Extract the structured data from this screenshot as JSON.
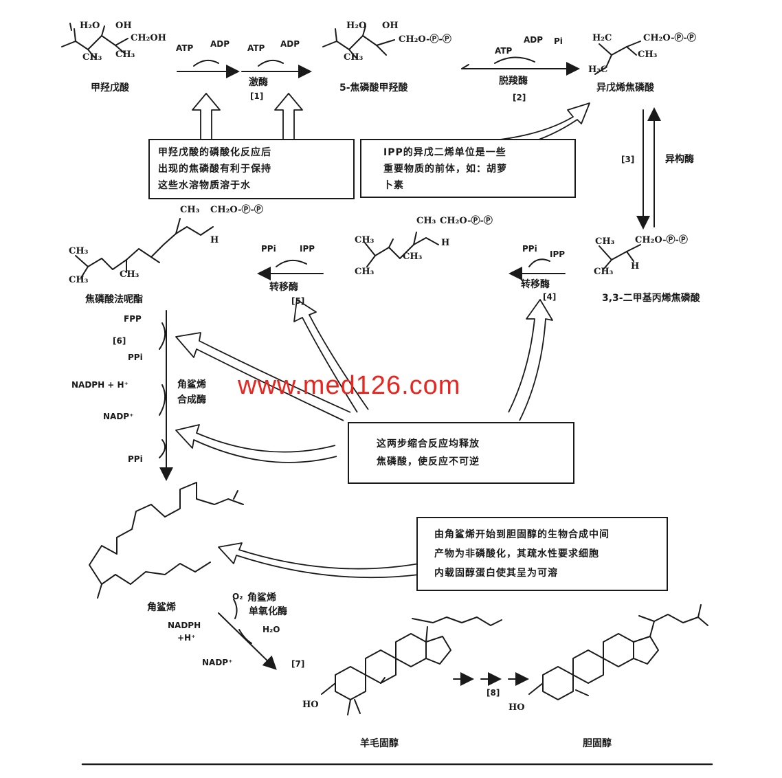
{
  "watermark": "www.med126.com",
  "compounds": {
    "mevalonate": "甲羟戊酸",
    "phosphomevalonate": "5-焦磷酸甲羟酸",
    "ipp": "异戊烯焦磷酸",
    "dmapp": "3,3-二甲基丙烯焦磷酸",
    "fpp": "焦磷酸法呢酯",
    "squalene": "角鲨烯",
    "lanosterol": "羊毛固醇",
    "cholesterol": "胆固醇"
  },
  "enzymes": {
    "kinase": "激酶",
    "decarboxylase": "脱羧酶",
    "isomerase": "异构酶",
    "prenyltransferase": "转移酶",
    "squalene_synthase": "角鲨烯合成酶",
    "squalene_synthase_line1": "角鲨烯",
    "squalene_synthase_line2": "合成酶",
    "squalene_monooxygenase_line1": "角鲨烯",
    "squalene_monooxygenase_line2": "单氧化酶"
  },
  "step_labels": [
    "[1]",
    "[2]",
    "[3]",
    "[4]",
    "[5]",
    "[6]",
    "[7]",
    "[8]"
  ],
  "cofactors": {
    "atp": "ATP",
    "adp": "ADP",
    "pi": "Pi",
    "ppi": "PPi",
    "ipp": "IPP",
    "fpp": "FPP",
    "nadph": "NADPH + H⁺",
    "nadph_short": "NADPH",
    "h": "+H⁺",
    "nadp": "NADP⁺",
    "o2": "O₂",
    "h2o": "H₂O"
  },
  "structure_labels": {
    "ho": "HO",
    "oh": "OH",
    "h3c": "H₃C",
    "ch3": "CH₃",
    "ch2oh": "CH₂OH",
    "ch2opp": "CH₂O-Ⓟ-Ⓟ",
    "h2o_hydroxy": "H₂O",
    "h": "H",
    "h2c": "H₂C"
  },
  "notes": {
    "note1": [
      "甲羟戊酸的磷酸化反应后",
      "出现的焦磷酸有利于保持",
      "这些水溶物质溶于水"
    ],
    "note2": [
      "IPP的异戊二烯单位是一些",
      "重要物质的前体，如：胡萝",
      "卜素"
    ],
    "note3": [
      "这两步缩合反应均释放",
      "焦磷酸，使反应不可逆"
    ],
    "note4": [
      "由角鲨烯开始到胆固醇的生物合成中间",
      "产物为非磷酸化，其疏水性要求细胞",
      "内载固醇蛋白使其呈为可溶"
    ]
  },
  "colors": {
    "ink": "#1a1a1a",
    "watermark": "#e8261f",
    "background": "#ffffff"
  }
}
